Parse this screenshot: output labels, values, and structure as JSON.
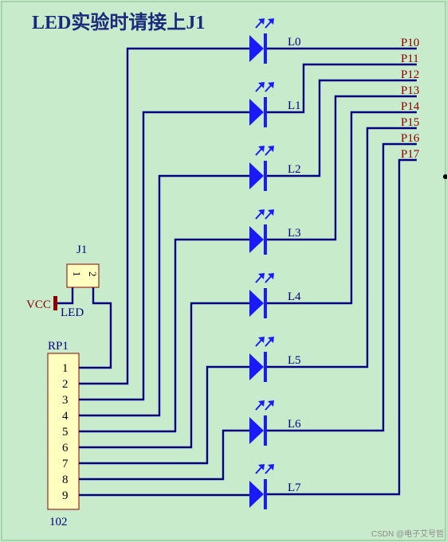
{
  "title": "LED实验时请接上J1",
  "connector": {
    "ref": "J1",
    "pins": [
      "1",
      "2"
    ]
  },
  "vcc_label": "VCC",
  "led_net_label": "LED",
  "resistor_pack": {
    "ref": "RP1",
    "value": "102",
    "pins": [
      "1",
      "2",
      "3",
      "4",
      "5",
      "6",
      "7",
      "8",
      "9"
    ]
  },
  "leds": [
    "L0",
    "L1",
    "L2",
    "L3",
    "L4",
    "L5",
    "L6",
    "L7"
  ],
  "ports": [
    "P10",
    "P11",
    "P12",
    "P13",
    "P14",
    "P15",
    "P16",
    "P17"
  ],
  "watermark": "CSDN @电子艾号哲",
  "colors": {
    "background": "#c8ebcc",
    "wire": "#000080",
    "led": "#1a1aff",
    "port_text": "#8b0000",
    "label_text": "#000080",
    "connector_fill": "#ffffc0",
    "vcc": "#8b0000"
  }
}
